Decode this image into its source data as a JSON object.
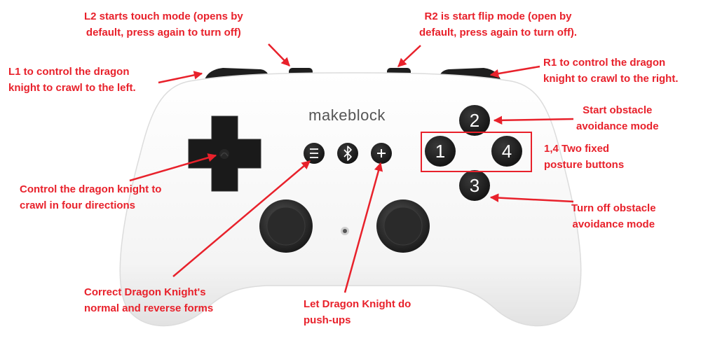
{
  "controller": {
    "brand": "makeblock",
    "buttons": [
      {
        "id": "2",
        "label": "2"
      },
      {
        "id": "1",
        "label": "1"
      },
      {
        "id": "4",
        "label": "4"
      },
      {
        "id": "3",
        "label": "3"
      }
    ],
    "center_icons": [
      "menu-icon",
      "bluetooth-icon",
      "plus-icon"
    ]
  },
  "annotations": {
    "l2": [
      "L2 starts touch mode (opens by",
      "default, press again to turn off)"
    ],
    "r2": [
      "R2 is start flip mode (open by",
      "default, press again to turn off)."
    ],
    "l1": [
      "L1 to control the dragon",
      "knight to crawl to the left."
    ],
    "r1": [
      "R1 to control the dragon",
      "knight to crawl to the right."
    ],
    "btn2": [
      "Start obstacle",
      "avoidance mode"
    ],
    "btn14": [
      "1,4 Two fixed",
      "posture buttons"
    ],
    "btn3": [
      "Turn off obstacle",
      "avoidance mode"
    ],
    "dpad": [
      "Control the dragon knight to",
      "crawl in four directions"
    ],
    "menu": [
      "Correct Dragon Knight's",
      "normal and reverse forms"
    ],
    "plus": [
      "Let Dragon Knight do",
      "push-ups"
    ]
  },
  "colors": {
    "annotation": "#e8212b",
    "body": "#f7f7f7",
    "button": "#1c1c1c"
  }
}
